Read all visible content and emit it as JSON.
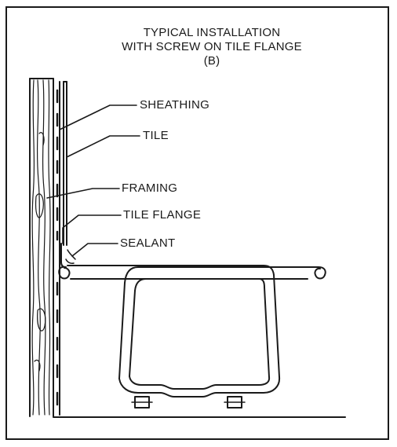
{
  "title": {
    "line1": "TYPICAL INSTALLATION",
    "line2": "WITH SCREW ON TILE FLANGE",
    "line3": "(B)"
  },
  "labels": {
    "sheathing": "SHEATHING",
    "tile": "TILE",
    "framing": "FRAMING",
    "tile_flange": "TILE FLANGE",
    "sealant": "SEALANT"
  },
  "colors": {
    "ink": "#1a1a1a",
    "background": "#ffffff"
  }
}
